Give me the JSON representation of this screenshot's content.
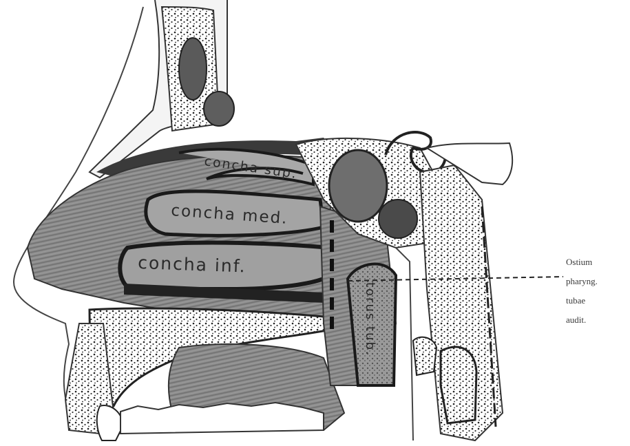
{
  "labels": {
    "concha_sup": "concha sup.",
    "concha_med": "concha med.",
    "concha_inf": "concha inf.",
    "torus_tub": "torus tub."
  },
  "callout": {
    "line1": "Ostium",
    "line2": "pharyng.",
    "line3": "tubae",
    "line4": "audit."
  }
}
